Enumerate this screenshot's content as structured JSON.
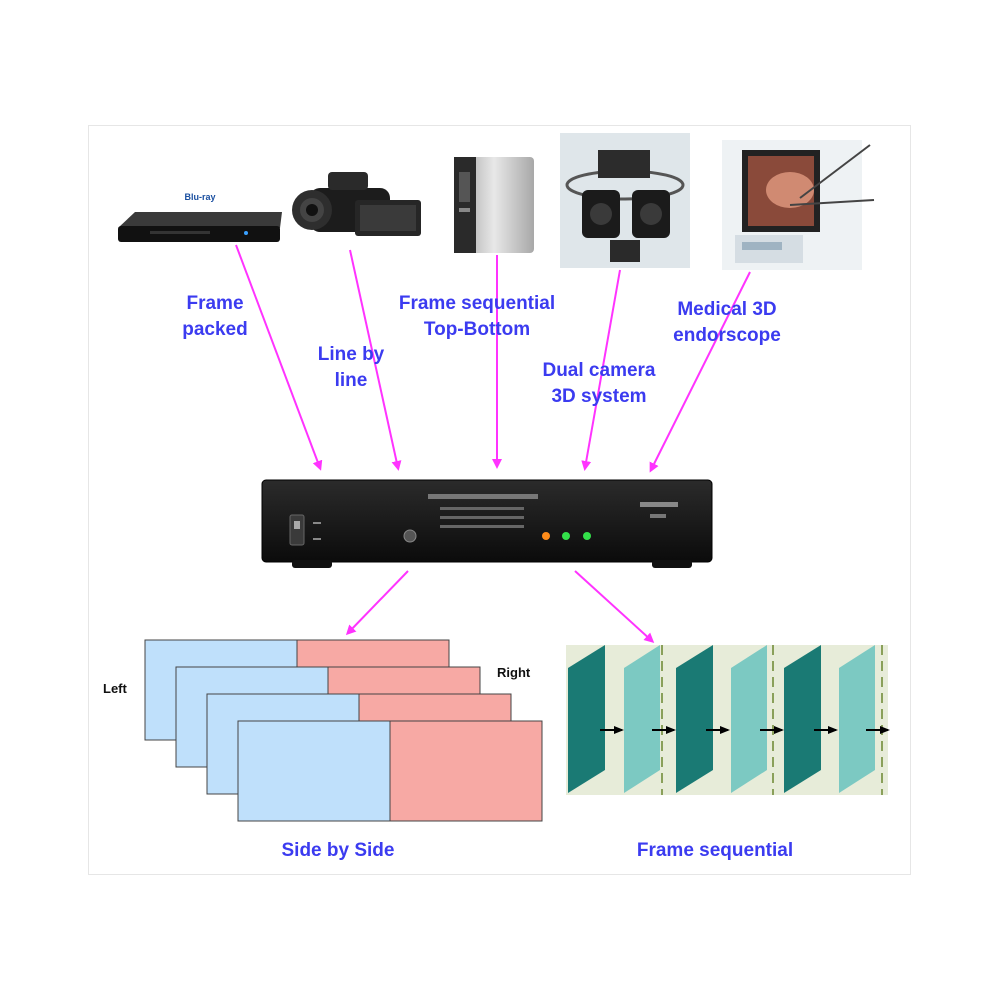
{
  "sources": [
    {
      "name": "blu-ray-player",
      "caption": "Frame\npacked"
    },
    {
      "name": "camcorder",
      "caption": "Line by\nline"
    },
    {
      "name": "media-server",
      "caption": "Frame sequential\nTop-Bottom"
    },
    {
      "name": "dual-camera-rig",
      "caption": "Dual camera\n3D system"
    },
    {
      "name": "medical-endoscope",
      "caption": "Medical 3D\nendorscope"
    }
  ],
  "outputs": {
    "side_by_side": {
      "caption": "Side by Side",
      "left_label": "Left",
      "right_label": "Right"
    },
    "frame_sequential": {
      "caption": "Frame sequential"
    }
  },
  "colors": {
    "arrow": "#ff33ff",
    "label": "#3b3bf0",
    "left_frame": "#bfe0fb",
    "right_frame": "#f7a9a4",
    "teal_dark": "#1a7a74",
    "teal_light": "#7cc9c2"
  }
}
